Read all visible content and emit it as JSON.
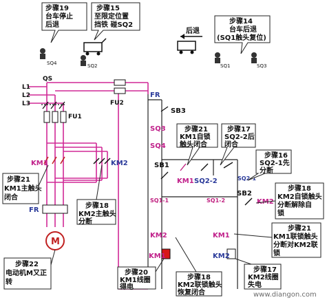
{
  "callouts": {
    "s19": [
      "步骤19",
      "台车停止",
      "后退"
    ],
    "s15": [
      "步骤15",
      "至限定位置",
      "挡铁 碰SQ2"
    ],
    "s14": [
      "步骤14",
      "台车后退",
      "(SQ1触头复位)"
    ],
    "s21a": [
      "步骤21",
      "KM1自锁",
      "触头闭合"
    ],
    "s17a": [
      "步骤17",
      "SQ2-2后",
      "闭合"
    ],
    "s16": [
      "步骤16",
      "SQ2-1先",
      "分断"
    ],
    "s21b": [
      "步骤21",
      "KM1主触头",
      "闭合"
    ],
    "s18a": [
      "步骤18",
      "KM2主触头",
      "分断"
    ],
    "s18b": [
      "步骤18",
      "KM2自锁触头",
      "分断解除自",
      "锁"
    ],
    "s21c": [
      "步骤21",
      "KM1联锁触头",
      "分断对KM2联",
      "锁"
    ],
    "s22": [
      "步骤22",
      "电动机M又正",
      "转"
    ],
    "s20": [
      "步骤20",
      "KM1线圈",
      "得电"
    ],
    "s18c": [
      "步骤18",
      "KM2联锁触头",
      "恢复闭合"
    ],
    "s17b": [
      "步骤17",
      "KM2线圈",
      "失电"
    ]
  },
  "labels": {
    "houtui": "后退",
    "sq1": "SQ1",
    "sq2": "SQ2",
    "sq3": "SQ3",
    "sq4": "SQ4",
    "l1": "L1",
    "l2": "L2",
    "l3": "L3",
    "qs": "QS",
    "fu1": "FU1",
    "fu2": "FU2",
    "km1": "KM1",
    "km2": "KM2",
    "fr": "FR",
    "m": "M",
    "sb1": "SB1",
    "sb2": "SB2",
    "sb3": "SB3",
    "sq2_1": "SQ2-1",
    "sq2_2": "SQ2-2",
    "sq1_1": "SQ1-1",
    "sq1_2": "SQ1-2"
  },
  "watermark": "www.diangon.com",
  "colors": {
    "wire_pink": "#d02896",
    "wire_blue": "#2a3a9a",
    "coil_red": "#d81818",
    "callout_bg": "#ffffff"
  }
}
